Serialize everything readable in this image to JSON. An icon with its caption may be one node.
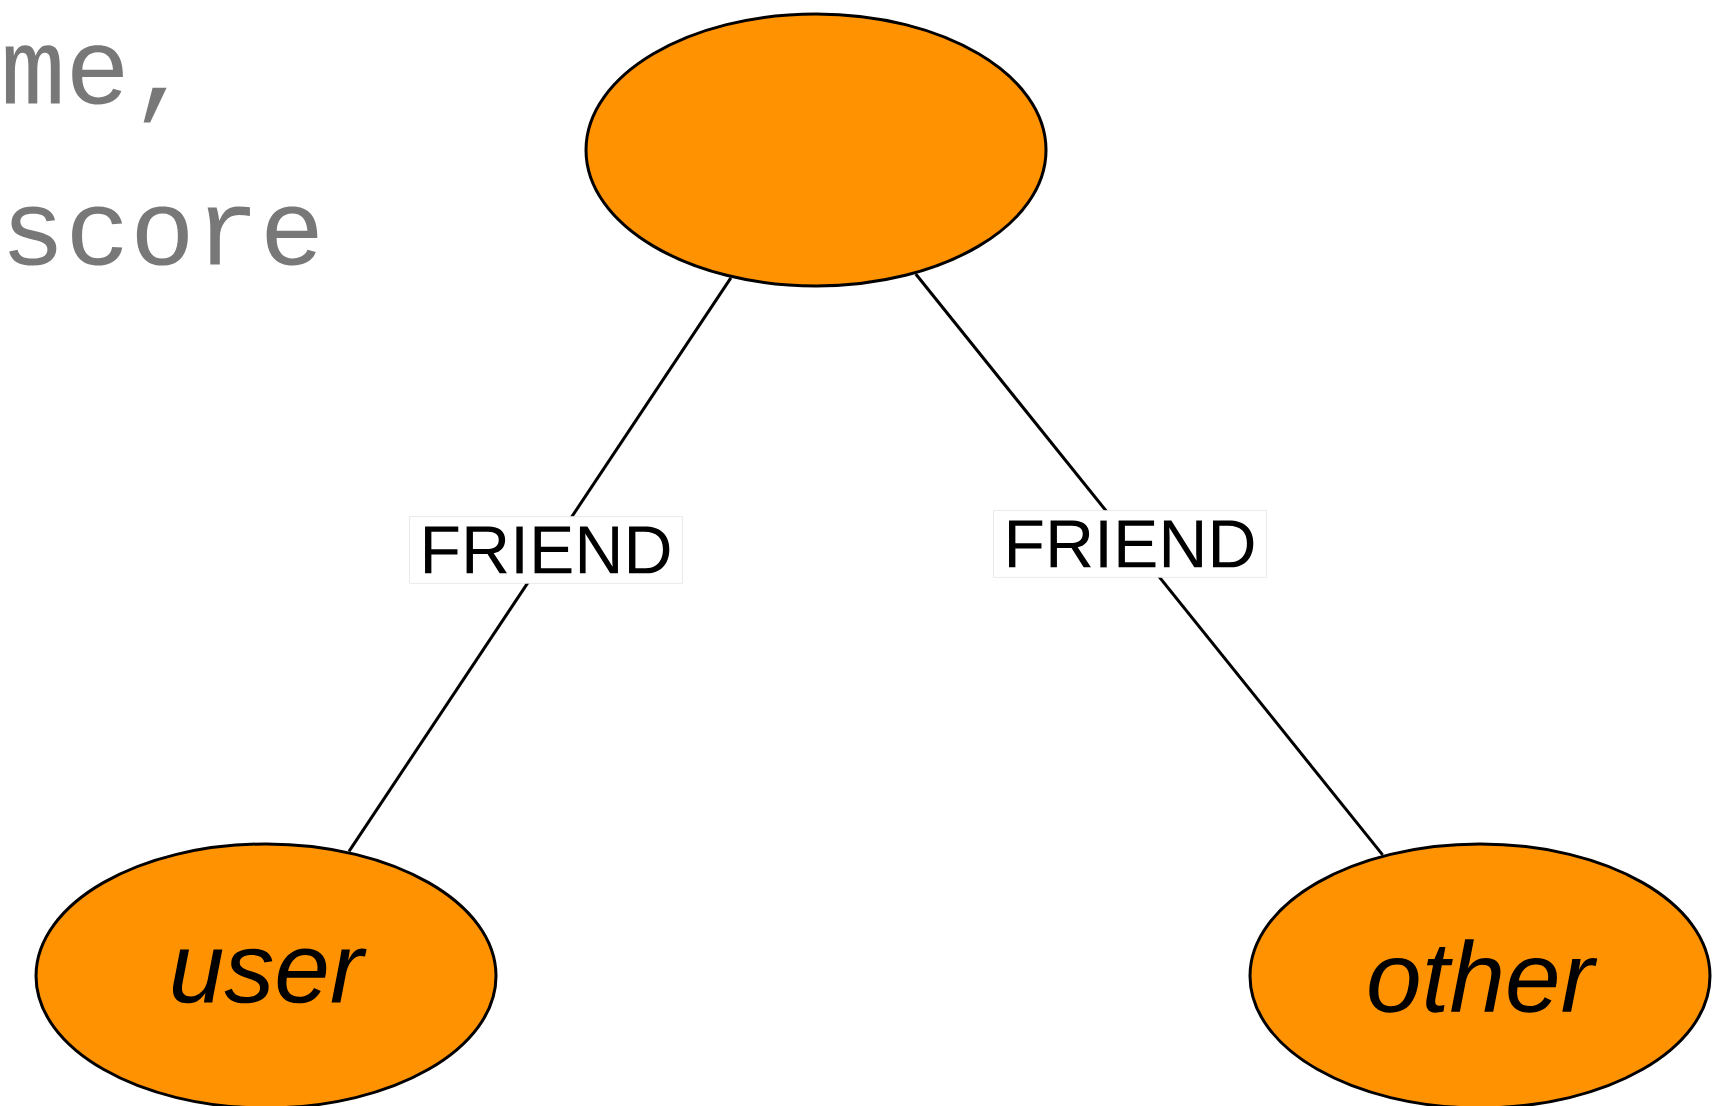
{
  "diagram": {
    "nodes": [
      {
        "text": [],
        "shape": "ellipse"
      },
      {
        "text": [
          "user"
        ]
      },
      {
        "text": [
          "other"
        ]
      }
    ],
    "edges": [
      {
        "from": 0,
        "to": 1,
        "arrow": "none",
        "label": "FRIEND"
      },
      {
        "from": 0,
        "to": 2,
        "arrow": "none",
        "label": "FRIEND"
      }
    ],
    "labels": [
      "me,",
      "score"
    ]
  }
}
